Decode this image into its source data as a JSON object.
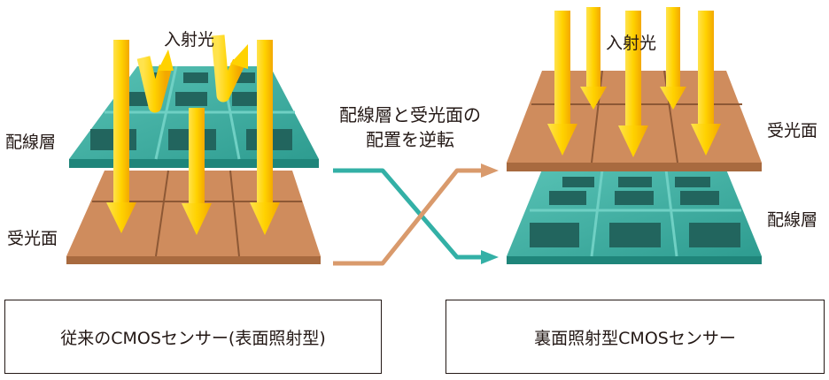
{
  "left": {
    "incident_light": "入射光",
    "wiring_layer": "配線層",
    "light_receiving_surface": "受光面"
  },
  "right": {
    "incident_light": "入射光",
    "light_receiving_surface": "受光面",
    "wiring_layer": "配線層"
  },
  "center_note": {
    "line1": "配線層と受光面の",
    "line2": "配置を逆転"
  },
  "captions": {
    "left": "従来のCMOSセンサー(表面照射型)",
    "right": "裏面照射型CMOSセンサー"
  },
  "colors": {
    "light": "#ffd500",
    "light_shade": "#f0a400",
    "receiver": "#cf8c5d",
    "receiver_edge": "#a86a3f",
    "receiver_grid": "#8d5835",
    "wiring": "#3eb0a3",
    "wiring_edge": "#1f857a",
    "wiring_window": "#22655e",
    "arrow_teal": "#33b0a6",
    "arrow_brown": "#d99a6c"
  },
  "icons": [
    "light-arrow-icon",
    "reflected-light-arrow-icon",
    "swap-arrow-icon"
  ]
}
